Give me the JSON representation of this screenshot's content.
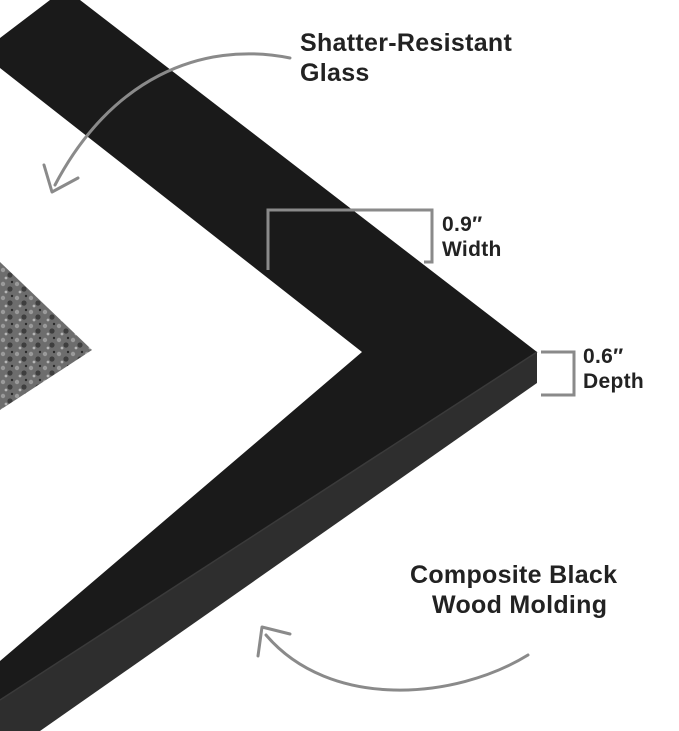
{
  "labels": {
    "glass": {
      "line1": "Shatter-Resistant",
      "line2": "Glass"
    },
    "width": {
      "value": "0.9″",
      "name": "Width"
    },
    "depth": {
      "value": "0.6″",
      "name": "Depth"
    },
    "molding": {
      "line1": "Composite Black",
      "line2": "Wood Molding"
    }
  },
  "colors": {
    "frame_face": "#1a1a1a",
    "frame_side": "#2e2e2e",
    "mat": "#ffffff",
    "photo": "#6d6d6d",
    "annotation": "#8a8a8a",
    "text": "#222222"
  }
}
